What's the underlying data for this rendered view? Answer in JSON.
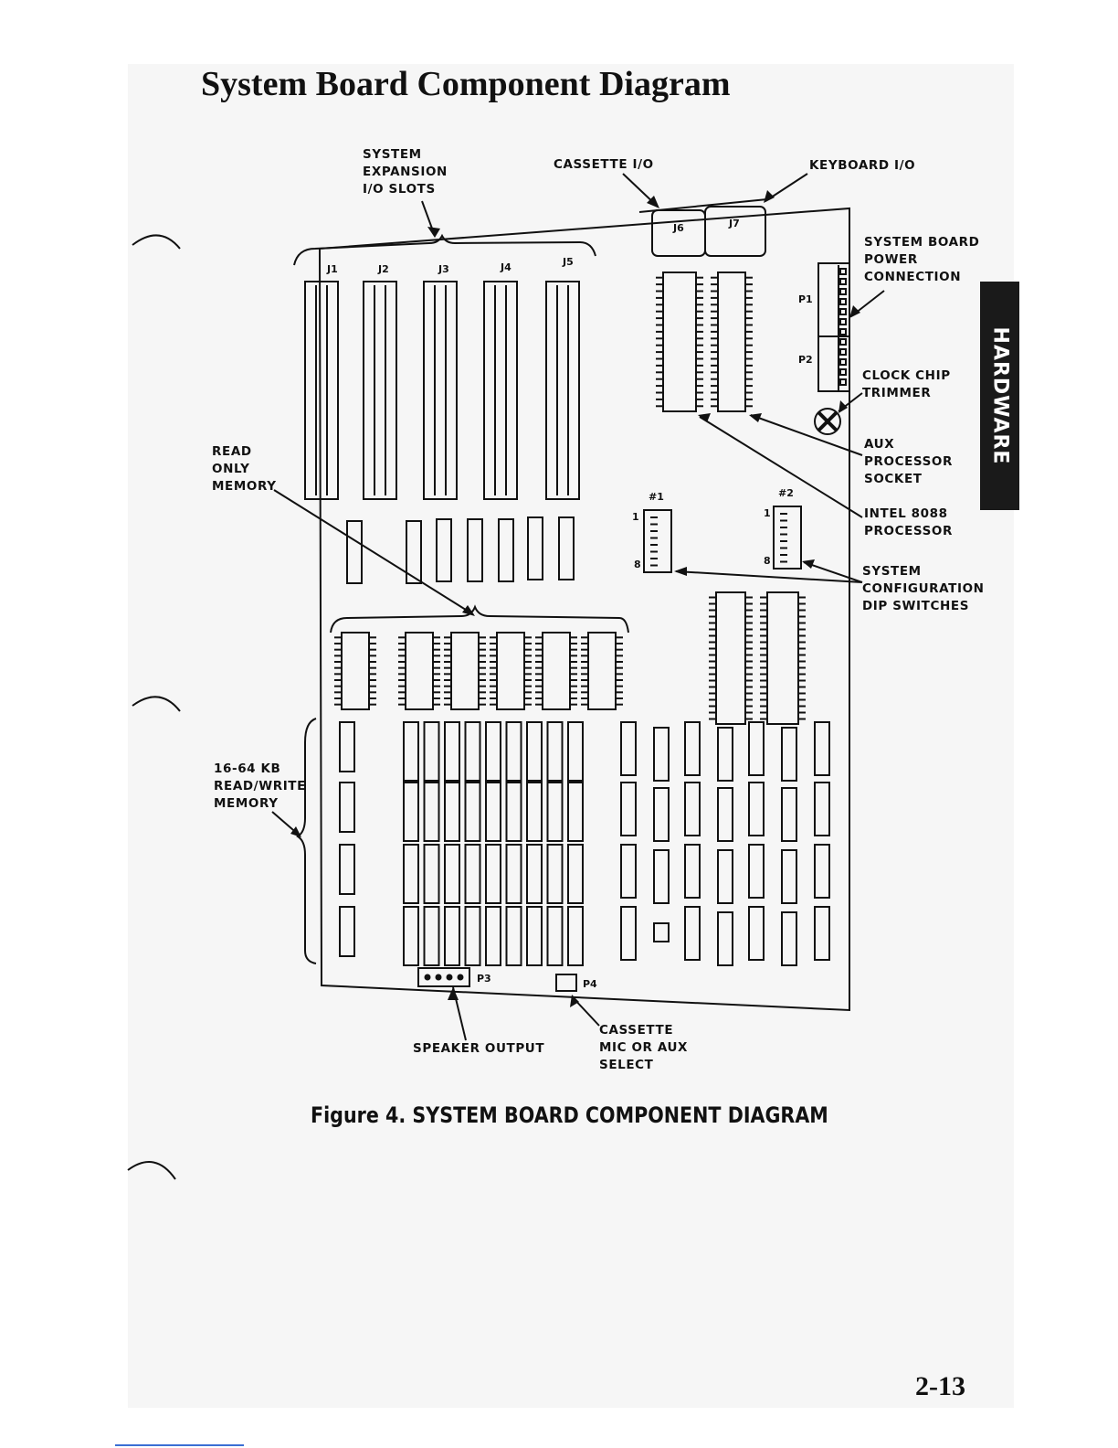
{
  "page": {
    "title": "System Board Component Diagram",
    "side_tab": "HARDWARE",
    "page_number": "2-13"
  },
  "figure": {
    "caption": "Figure 4.  SYSTEM BOARD COMPONENT DIAGRAM"
  },
  "labels": {
    "expansion_slots": [
      "SYSTEM",
      "EXPANSION",
      "I/O SLOTS"
    ],
    "cassette_io": "CASSETTE I/O",
    "keyboard_io": "KEYBOARD I/O",
    "power_connection": [
      "SYSTEM BOARD",
      "POWER",
      "CONNECTION"
    ],
    "clock_chip_trimmer": [
      "CLOCK CHIP",
      "TRIMMER"
    ],
    "aux_processor_socket": [
      "AUX",
      "PROCESSOR",
      "SOCKET"
    ],
    "intel_processor": [
      "INTEL 8088",
      "PROCESSOR"
    ],
    "dip_switches": [
      "SYSTEM",
      "CONFIGURATION",
      "DIP SWITCHES"
    ],
    "read_only_memory": [
      "READ",
      "ONLY",
      "MEMORY"
    ],
    "read_write_memory": [
      "16-64 KB",
      "READ/WRITE",
      "MEMORY"
    ],
    "speaker_output": "SPEAKER OUTPUT",
    "cassette_select": [
      "CASSETTE",
      "MIC OR AUX",
      "SELECT"
    ]
  },
  "connectors": {
    "slots": [
      "J1",
      "J2",
      "J3",
      "J4",
      "J5"
    ],
    "j6": "J6",
    "j7": "J7",
    "p1": "P1",
    "p2": "P2",
    "p3": "P3",
    "p4": "P4",
    "sw1": "#1",
    "sw2": "#2",
    "pin_first": "1",
    "pin_last": "8"
  }
}
